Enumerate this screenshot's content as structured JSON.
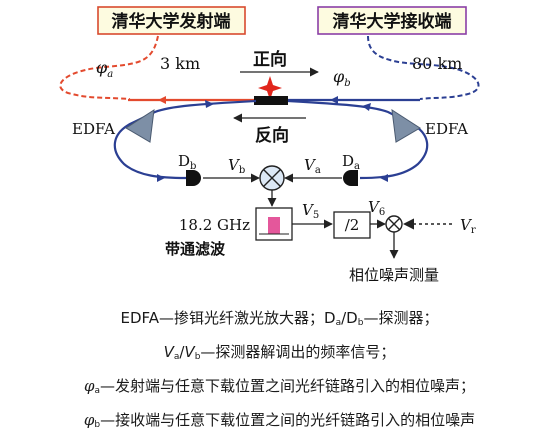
{
  "boxes": {
    "sender": "清华大学发射端",
    "receiver": "清华大学接收端"
  },
  "fibers": {
    "phi_a_symbol": "φ",
    "phi_a_sub": "a",
    "phi_a_length": "3 km",
    "phi_b_symbol": "φ",
    "phi_b_sub": "b",
    "phi_b_length": "80 km"
  },
  "directions": {
    "forward": "正向",
    "backward": "反向"
  },
  "components": {
    "edfa_left": "EDFA",
    "edfa_right": "EDFA",
    "detector_b": "D",
    "detector_b_sub": "b",
    "detector_a": "D",
    "detector_a_sub": "a",
    "signal_vb": "V",
    "signal_vb_sub": "b",
    "signal_va": "V",
    "signal_va_sub": "a",
    "filter_freq": "18.2 GHz",
    "filter_label": "带通滤波",
    "signal_v5": "V",
    "signal_v5_sub": "5",
    "divider": "/2",
    "signal_v6": "V",
    "signal_v6_sub": "6",
    "signal_vr": "V",
    "signal_vr_sub": "r",
    "phase_noise_out": "相位噪声测量"
  },
  "caption": {
    "line1_a": "EDFA—掺铒光纤激光放大器；D",
    "line1_sub_a": "a",
    "line1_b": "/D",
    "line1_sub_b": "b",
    "line1_c": "—探测器；",
    "line2_va": "V",
    "line2_sub_a": "a",
    "line2_sep": "/",
    "line2_vb": "V",
    "line2_sub_b": "b",
    "line2_text": "—探测器解调出的频率信号；",
    "line3_phi": "φ",
    "line3_sub": "a",
    "line3_text": "—发射端与任意下载位置之间光纤链路引入的相位噪声；",
    "line4_phi": "φ",
    "line4_sub": "b",
    "line4_text": "—接收端与任意下载位置之间的光纤链路引入的相位噪声"
  },
  "colors": {
    "red_fiber": "#e34a2e",
    "blue_fiber": "#2b3f93",
    "box_fill": "#fdfbe0",
    "edfa_fill": "#7d8fa6",
    "filter_pink": "#e4579b",
    "mixer_fill": "#dce8f5"
  }
}
